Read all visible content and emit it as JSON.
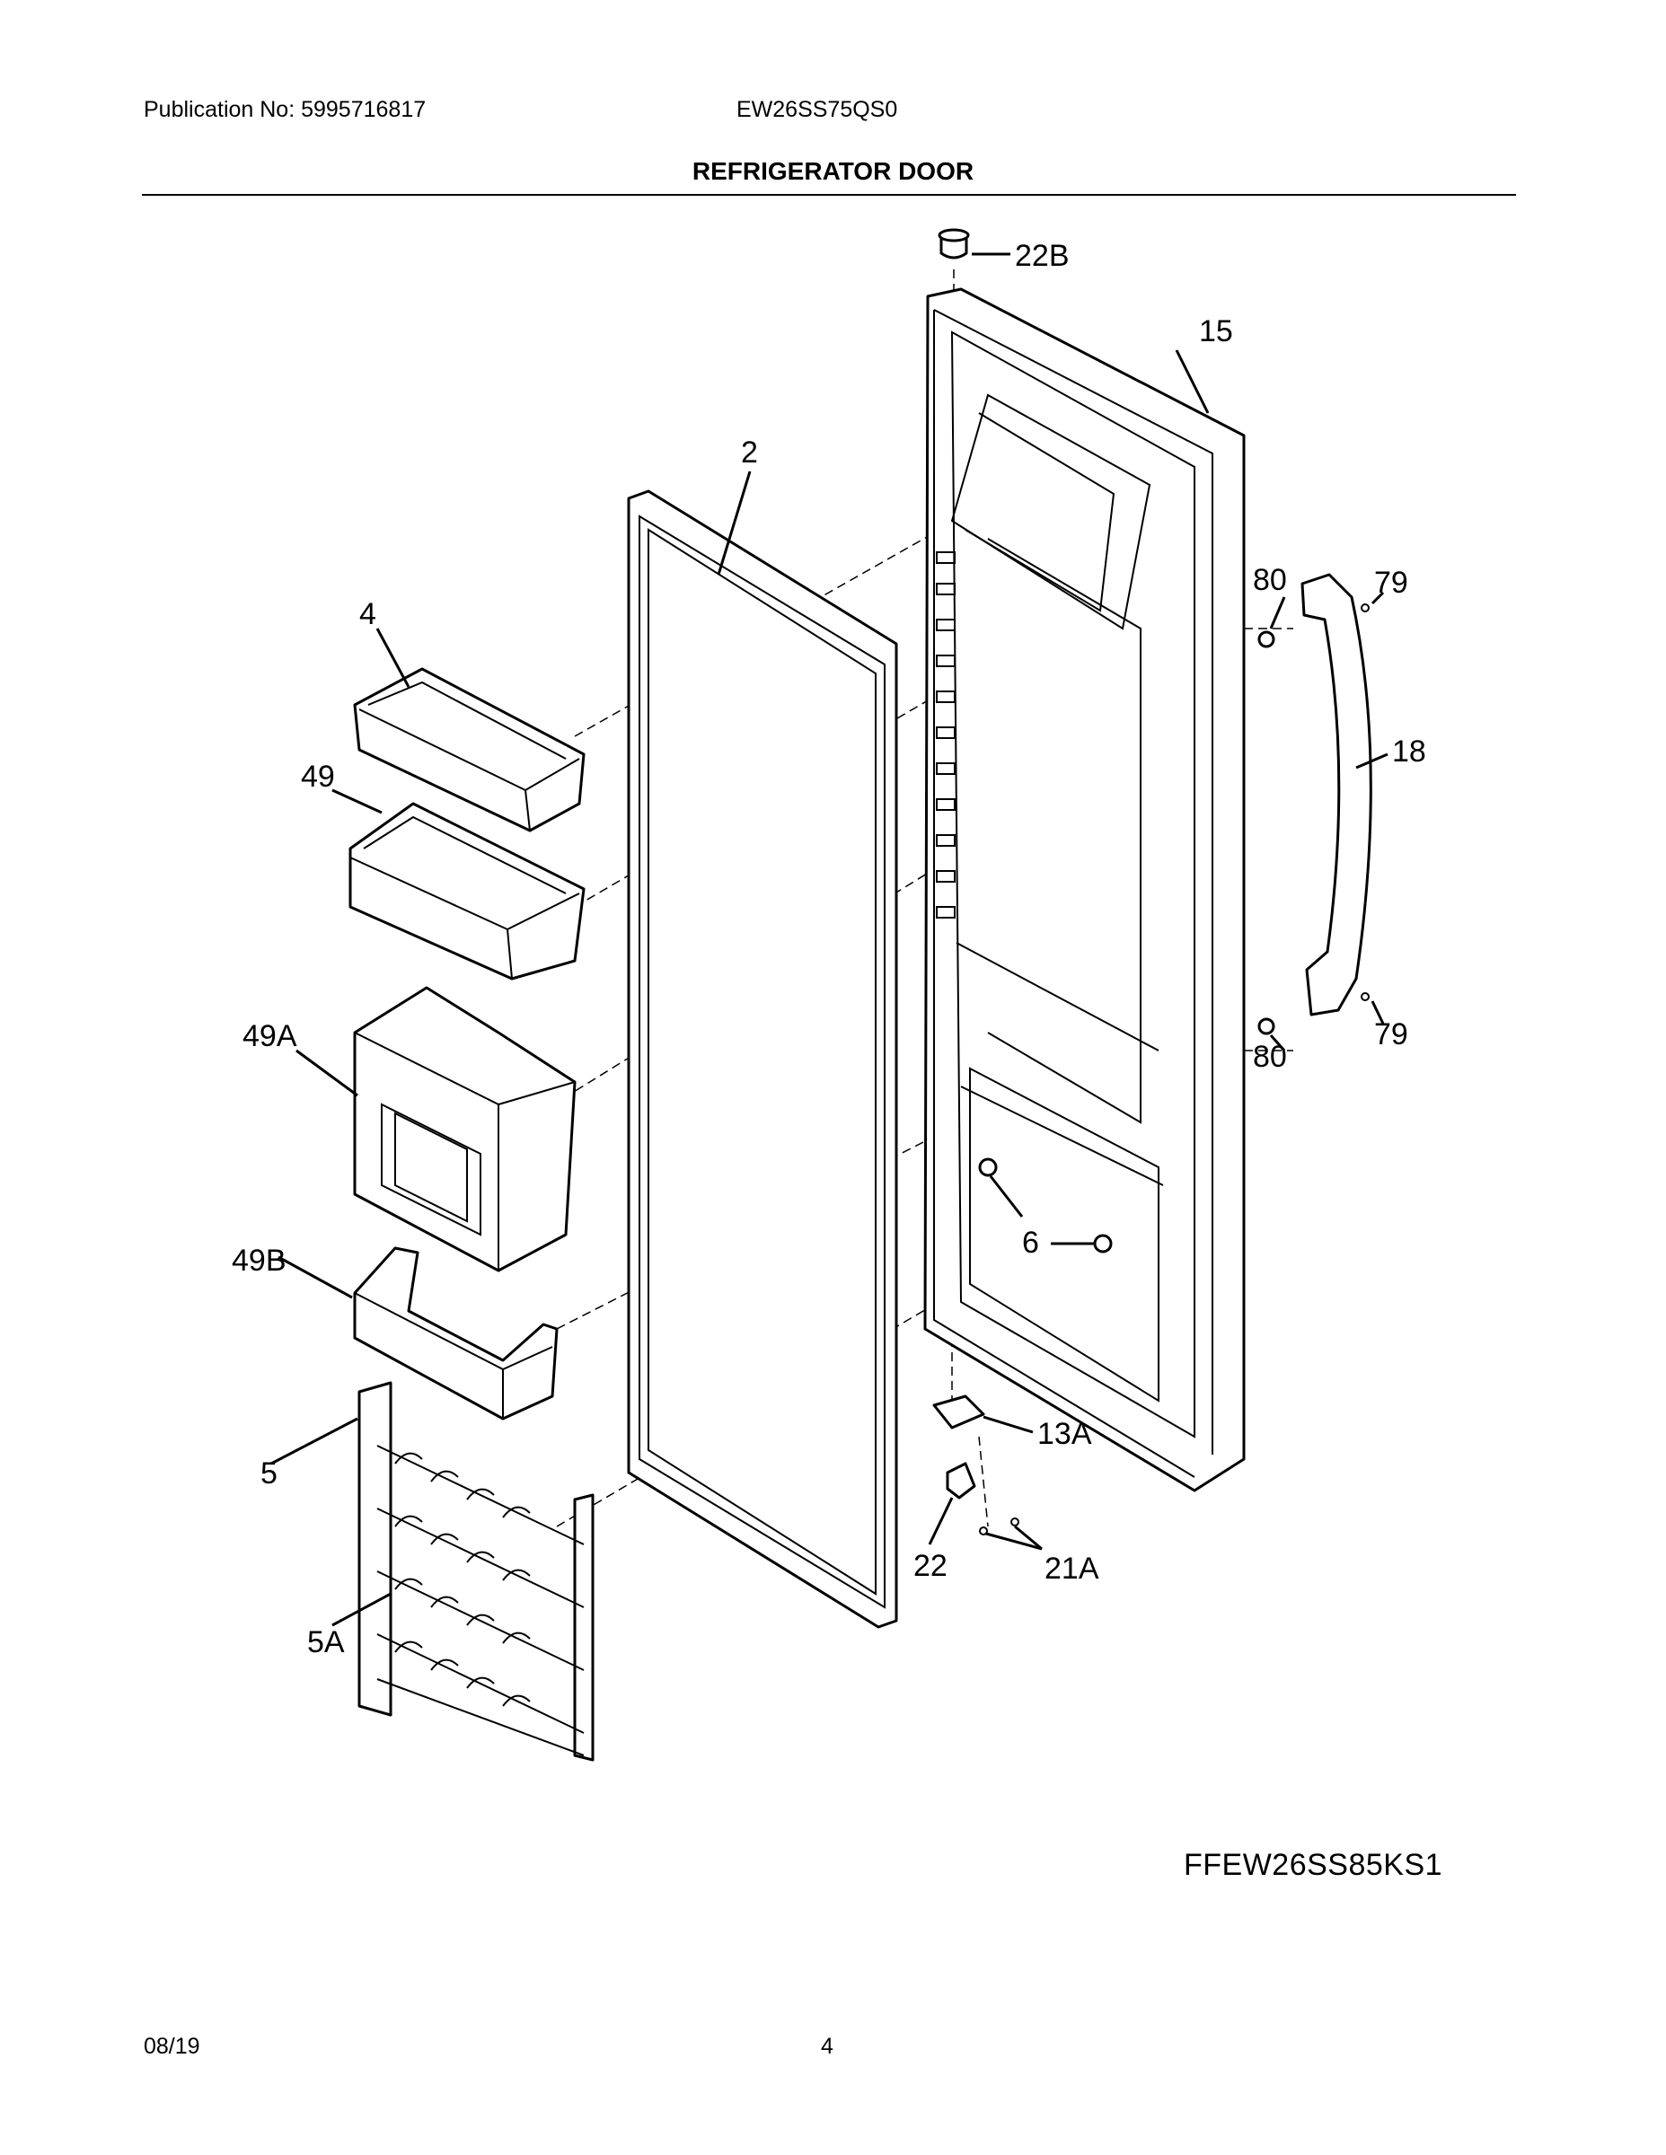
{
  "header": {
    "publication": "Publication No: 5995716817",
    "model": "EW26SS75QS0",
    "title": "REFRIGERATOR DOOR"
  },
  "parts": {
    "p22B": "22B",
    "p15": "15",
    "p2": "2",
    "p80a": "80",
    "p79a": "79",
    "p4": "4",
    "p18": "18",
    "p49": "49",
    "p49A": "49A",
    "p80b": "80",
    "p79b": "79",
    "p6": "6",
    "p49B": "49B",
    "p13A": "13A",
    "p5": "5",
    "p22": "22",
    "p21A": "21A",
    "p5A": "5A"
  },
  "diagram_code": "FFEW26SS85KS1",
  "footer": {
    "date": "08/19",
    "page": "4"
  }
}
